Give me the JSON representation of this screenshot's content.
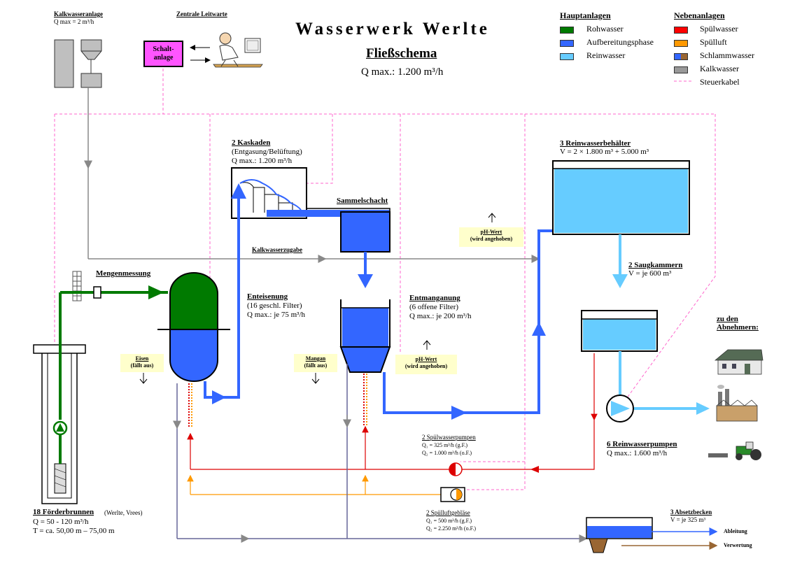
{
  "header": {
    "title": "Wasserwerk Werlte",
    "subtitle": "Fließschema",
    "qmax": "Q max.: 1.200 m³/h"
  },
  "legend": {
    "main_heading": "Hauptanlagen",
    "side_heading": "Nebenanlagen",
    "main_items": [
      {
        "label": "Rohwasser",
        "color": "#007a00"
      },
      {
        "label": "Aufbereitungsphase",
        "color": "#3366ff"
      },
      {
        "label": "Reinwasser",
        "color": "#66ccff"
      }
    ],
    "side_items": [
      {
        "label": "Spülwasser",
        "color": "#ff0000"
      },
      {
        "label": "Spülluft",
        "color": "#ff9900"
      },
      {
        "label": "Schlammwasser",
        "color": "#3366ff"
      },
      {
        "label": "Kalkwasser",
        "color": "#999999"
      },
      {
        "label": "Steuerkabel",
        "color": "#ff66cc"
      }
    ]
  },
  "lime_plant": {
    "name": "Kalkwasseranlage",
    "qmax": "Q max = 2 m³/h",
    "dosing_label": "Kalkwasserzugabe"
  },
  "control_room": {
    "name": "Zentrale Leitwarte",
    "switchgear_line1": "Schalt-",
    "switchgear_line2": "anlage"
  },
  "cascades": {
    "name": "2 Kaskaden",
    "purpose": "(Entgasung/Belüftung)",
    "qmax": "Q max.: 1.200 m³/h"
  },
  "collection_shaft": "Sammelschacht",
  "flow_measurement": "Mengenmessung",
  "iron_removal": {
    "name": "Enteisenung",
    "detail": "(16 geschl. Filter)",
    "qmax": "Q max.: je 75 m³/h"
  },
  "manganese_removal": {
    "name": "Entmanganung",
    "detail": "(6 offene Filter)",
    "qmax": "Q max.: je 200 m³/h"
  },
  "notes": {
    "ph_top_1": "pH-Wert",
    "ph_top_2": "(wird angehoben)",
    "ph_mid_1": "pH-Wert",
    "ph_mid_2": "(wird angehoben)",
    "iron_1": "Eisen",
    "iron_2": "(fällt aus)",
    "mangan_1": "Mangan",
    "mangan_2": "(fällt aus)"
  },
  "clean_water_tanks": {
    "name": "3 Reinwasserbehälter",
    "volume": "V = 2 × 1.800 m³ + 5.000 m³"
  },
  "suction_chambers": {
    "name": "2 Saugkammern",
    "volume": "V = je 600 m³"
  },
  "clean_water_pumps": {
    "name": "6 Reinwasserpumpen",
    "qmax": "Q max.: 1.600 m³/h"
  },
  "consumers": {
    "line1": "zu den",
    "line2": "Abnehmern:"
  },
  "rinse_water_pumps": {
    "name": "2 Spülwasserpumpen",
    "q1": "Q₁ = 325 m³/h (g.F.)",
    "q2": "Q₂ = 1.000 m³/h (o.F.)"
  },
  "rinse_air_blowers": {
    "name": "2 Spülluftgebläse",
    "q1": "Q₁ = 500 m³/h (g.F.)",
    "q2": "Q₂ = 2.250 m³/h (o.F.)"
  },
  "settling_basins": {
    "name": "3 Absetzbecken",
    "volume": "V = je 325 m³",
    "discharge": "Ableitung",
    "recycling": "Verwertung"
  },
  "wells": {
    "name": "18 Förderbrunnen",
    "location": "(Werlte, Vrees)",
    "q": "Q = 50 - 120 m³/h",
    "depth": "T = ca. 50,00 m – 75,00 m"
  }
}
